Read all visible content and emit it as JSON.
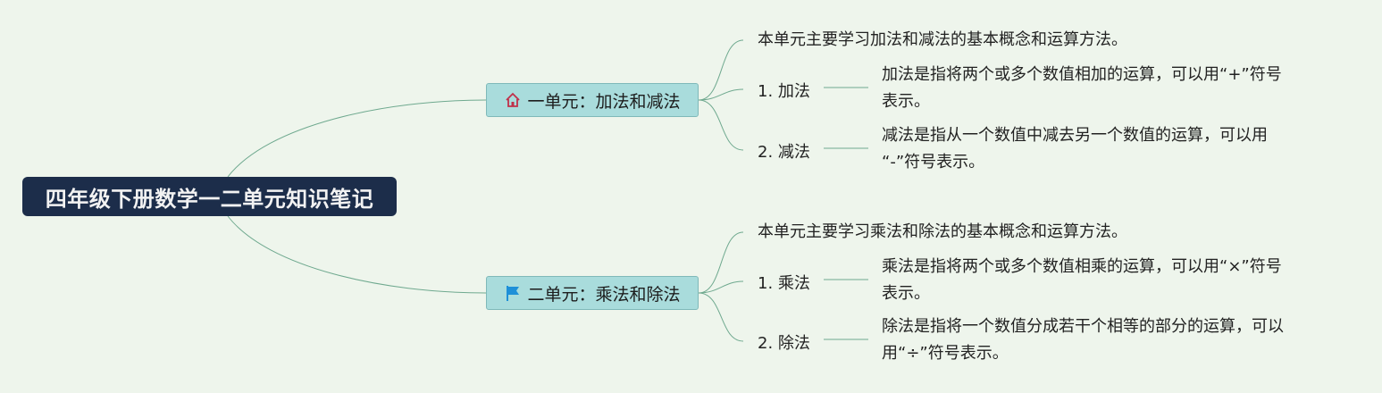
{
  "root": {
    "title": "四年级下册数学一二单元知识笔记"
  },
  "units": [
    {
      "title": "一单元：加法和减法",
      "icon": "home-icon",
      "overview": "本单元主要学习加法和减法的基本概念和运算方法。",
      "topics": [
        {
          "label": "1. 加法",
          "desc_line1": "加法是指将两个或多个数值相加的运算，可以用“+”符号",
          "desc_line2": "表示。"
        },
        {
          "label": "2. 减法",
          "desc_line1": "减法是指从一个数值中减去另一个数值的运算，可以用",
          "desc_line2": "“-”符号表示。"
        }
      ]
    },
    {
      "title": "二单元：乘法和除法",
      "icon": "flag-icon",
      "overview": "本单元主要学习乘法和除法的基本概念和运算方法。",
      "topics": [
        {
          "label": "1. 乘法",
          "desc_line1": "乘法是指将两个或多个数值相乘的运算，可以用“×”符号",
          "desc_line2": "表示。"
        },
        {
          "label": "2. 除法",
          "desc_line1": "除法是指将一个数值分成若干个相等的部分的运算，可以",
          "desc_line2": "用“÷”符号表示。"
        }
      ]
    }
  ],
  "colors": {
    "background": "#eef5ec",
    "root_fill": "#1c2d4a",
    "unit_fill": "#a9dcdc",
    "connector": "#6fa98f",
    "home_icon": "#c0304a",
    "flag_icon": "#1e90d8"
  }
}
